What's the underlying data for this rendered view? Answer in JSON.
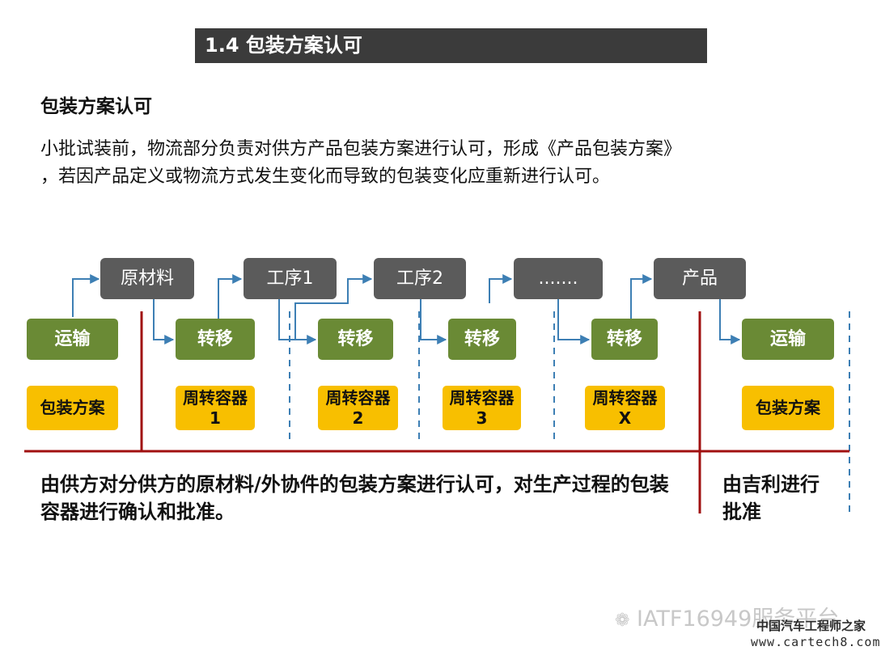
{
  "title": "1.4 包装方案认可",
  "heading": "包装方案认可",
  "paragraph": {
    "line1": "小批试装前，物流部分负责对供方产品包装方案进行认可，形成《产品包装方案》",
    "line2": "，若因产品定义或物流方式发生变化而导致的包装变化应重新进行认可。"
  },
  "process": {
    "steps": [
      "原材料",
      "工序1",
      "工序2",
      ".......",
      "产品"
    ],
    "actions": [
      "运输",
      "转移",
      "转移",
      "转移",
      "转移",
      "运输"
    ],
    "documents": [
      "包装方案",
      "周转容器1",
      "周转容器2",
      "周转容器3",
      "周转容器X",
      "包装方案"
    ]
  },
  "captions": {
    "left": "由供方对分供方的原材料/外协件的包装方案进行认可，对生产过程的包装容器进行确认和批准。",
    "right": "由吉利进行批准"
  },
  "footer": {
    "watermark": "IATF16949服务平台",
    "logo": "中国汽车工程师之家",
    "url": "www.cartech8.com"
  },
  "colors": {
    "title_bg": "#3b3b3b",
    "step_bg": "#5b5b5b",
    "action_bg": "#6a8a35",
    "document_bg": "#f8bf00",
    "arrow": "#3d7fb4",
    "divider": "#a01010"
  }
}
